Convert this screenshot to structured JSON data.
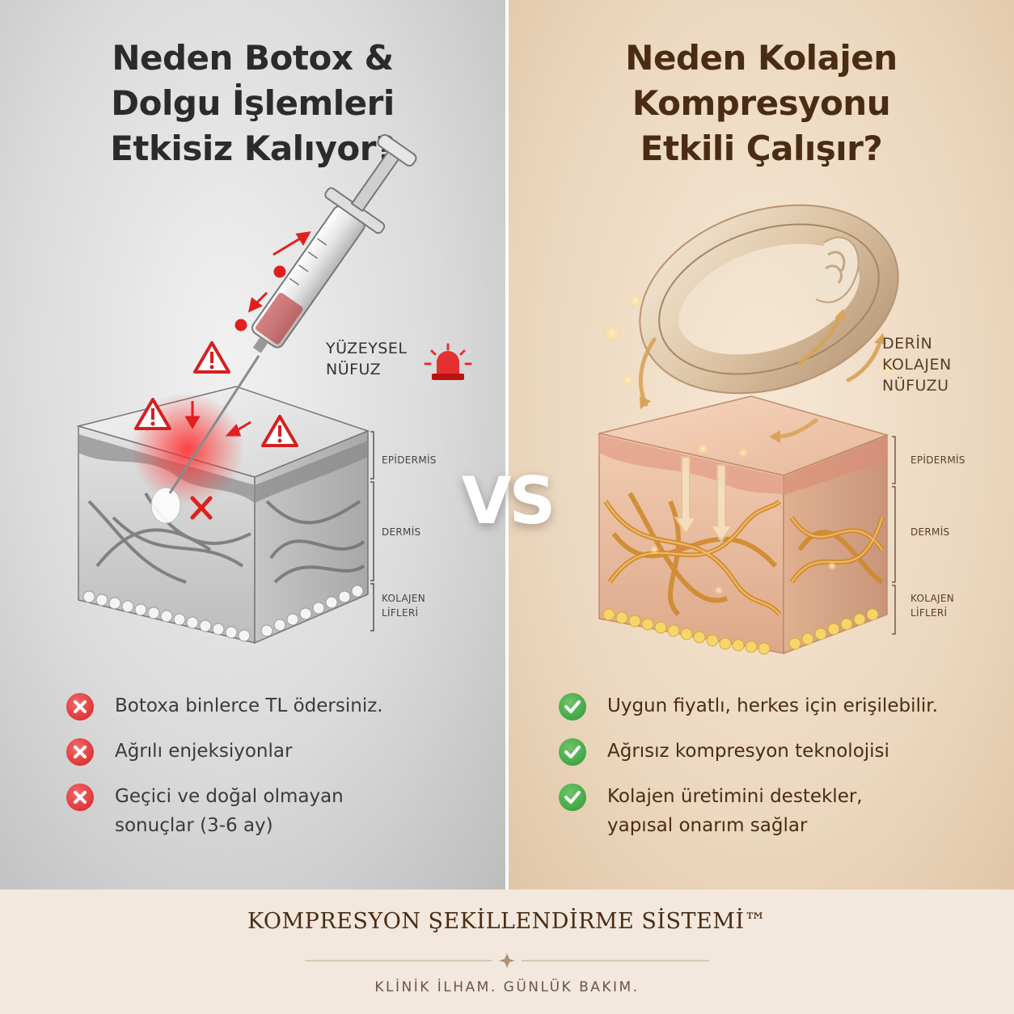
{
  "left": {
    "title_lines": [
      "Neden Botox &",
      "Dolgu İşlemleri",
      "Etkisiz Kalıyor?"
    ],
    "penetration_label": [
      "YÜZEYSEL",
      "NÜFUZ"
    ],
    "layers": {
      "epidermis": "EPİDERMİS",
      "dermis": "DERMİS",
      "collagen": [
        "KOLAJEN",
        "LİFLERİ"
      ]
    },
    "points": [
      [
        "Botoxa binlerce TL ödersiniz."
      ],
      [
        "Ağrılı enjeksiyonlar"
      ],
      [
        "Geçici ve doğal olmayan",
        "sonuçlar (3-6 ay)"
      ]
    ]
  },
  "right": {
    "title_lines": [
      "Neden Kolajen",
      "Kompresyonu",
      "Etkili Çalışır?"
    ],
    "penetration_label": [
      "DERİN",
      "KOLAJEN",
      "NÜFUZU"
    ],
    "layers": {
      "epidermis": "EPİDERMİS",
      "dermis": "DERMİS",
      "collagen": [
        "KOLAJEN",
        "LİFLERİ"
      ]
    },
    "points": [
      [
        "Uygun fiyatlı, herkes için erişilebilir."
      ],
      [
        "Ağrısız kompresyon teknolojisi"
      ],
      [
        "Kolajen üretimini destekler,",
        "yapısal onarım sağlar"
      ]
    ]
  },
  "vs": "VS",
  "footer": {
    "brand": "KOMPRESYON ŞEKİLLENDİRME SİSTEMİ™",
    "slogan": "KLİNİK İLHAM. GÜNLÜK BAKIM."
  },
  "colors": {
    "warning_red": "#d42020",
    "success_green": "#2f9a34",
    "brown_text": "#4a2c14"
  }
}
